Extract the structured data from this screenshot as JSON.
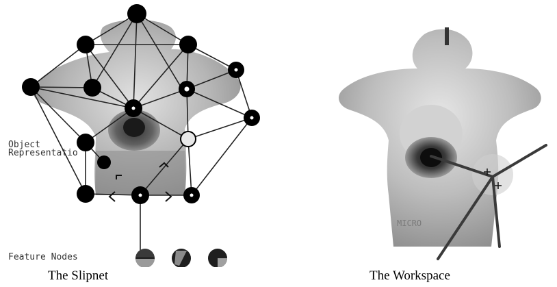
{
  "slipnet": {
    "caption": "The Slipnet",
    "object_label_line1": "Object",
    "object_label_line2": "Representatio",
    "feature_label": "Feature Nodes",
    "feature_nodes": [
      "feature-node-1",
      "feature-node-2",
      "feature-node-3"
    ]
  },
  "workspace": {
    "caption": "The Workspace"
  },
  "colors": {
    "node_fill": "#000000",
    "light_node_fill": "#e8e8e8",
    "edge": "#222222",
    "object_shade": "#b5b5b5",
    "workspace_stroke": "#3a3a3a"
  }
}
